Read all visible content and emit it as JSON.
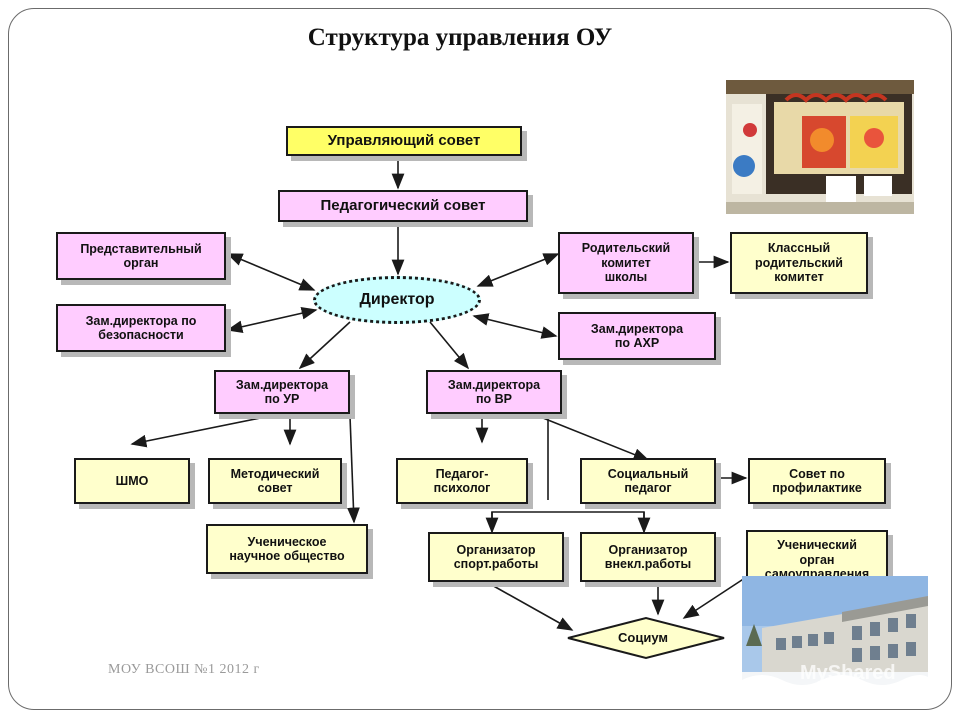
{
  "title": "Структура управления ОУ",
  "footer": "МОУ ВСОШ №1 2012 г",
  "watermark": "MyShared",
  "nodes": {
    "upravl_sovet": "Управляющий совет",
    "ped_sovet": "Педагогический совет",
    "predstav_organ": "Представительный\nорган",
    "zam_bezop": "Зам.директора по\nбезопасности",
    "director": "Директор",
    "rod_komitet": "Родительский\nкомитет\nшколы",
    "klass_komitet": "Классный\nродительский\nкомитет",
    "zam_ahr": "Зам.директора\nпо АХР",
    "zam_ur": "Зам.директора\nпо УР",
    "zam_vr": "Зам.директора\nпо ВР",
    "shmo": "ШМО",
    "metod_sovet": "Методический\nсовет",
    "ped_psiholog": "Педагог-\nпсихолог",
    "soc_pedagog": "Социальный\nпедагог",
    "sovet_profilaktike": "Совет по\nпрофилактике",
    "uch_nauch": "Ученическое\nнаучное общество",
    "org_sport": "Организатор\nспорт.работы",
    "org_vnekl": "Организатор\nвнекл.работы",
    "uch_samoupr": "Ученический\nорган\nсамоуправления",
    "socium": "Социум"
  },
  "colors": {
    "yellow": "#ffff66",
    "pink": "#ffccff",
    "cream": "#ffffcc",
    "director": "#ccffff",
    "diamond": "#ffffcc"
  }
}
